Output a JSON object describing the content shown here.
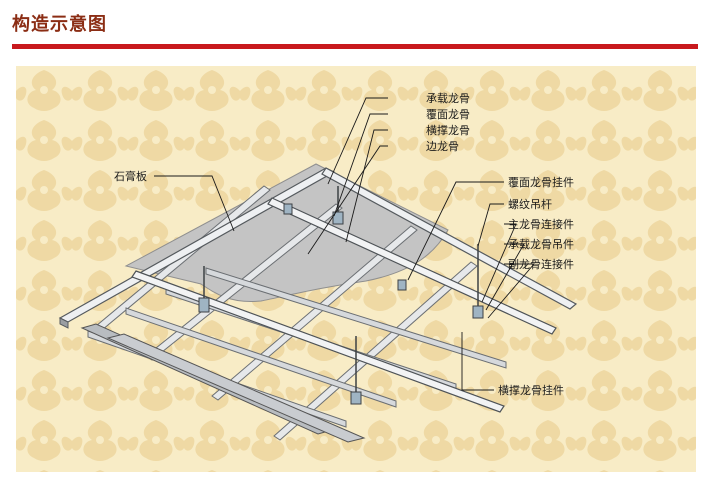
{
  "header": {
    "title": "构造示意图"
  },
  "labels": {
    "main_runner": "承载龙骨",
    "cover_runner": "覆面龙骨",
    "cross_runner": "横撑龙骨",
    "edge_runner": "边龙骨",
    "gypsum_board": "石膏板",
    "cover_runner_hanger": "覆面龙骨挂件",
    "threaded_rod": "螺纹吊杆",
    "main_runner_connector": "主龙骨连接件",
    "main_runner_hanger": "承载龙骨吊件",
    "sub_runner_connector": "副龙骨连接件",
    "cross_runner_hanger": "横撑龙骨挂件"
  },
  "colors": {
    "title": "#8b2d14",
    "rule": "#c8191d",
    "pattern_bg": "#f8ecc6",
    "pattern_motif": "#efd9a4",
    "steel": "#bfc3c7",
    "board": "#c4c4c4"
  }
}
